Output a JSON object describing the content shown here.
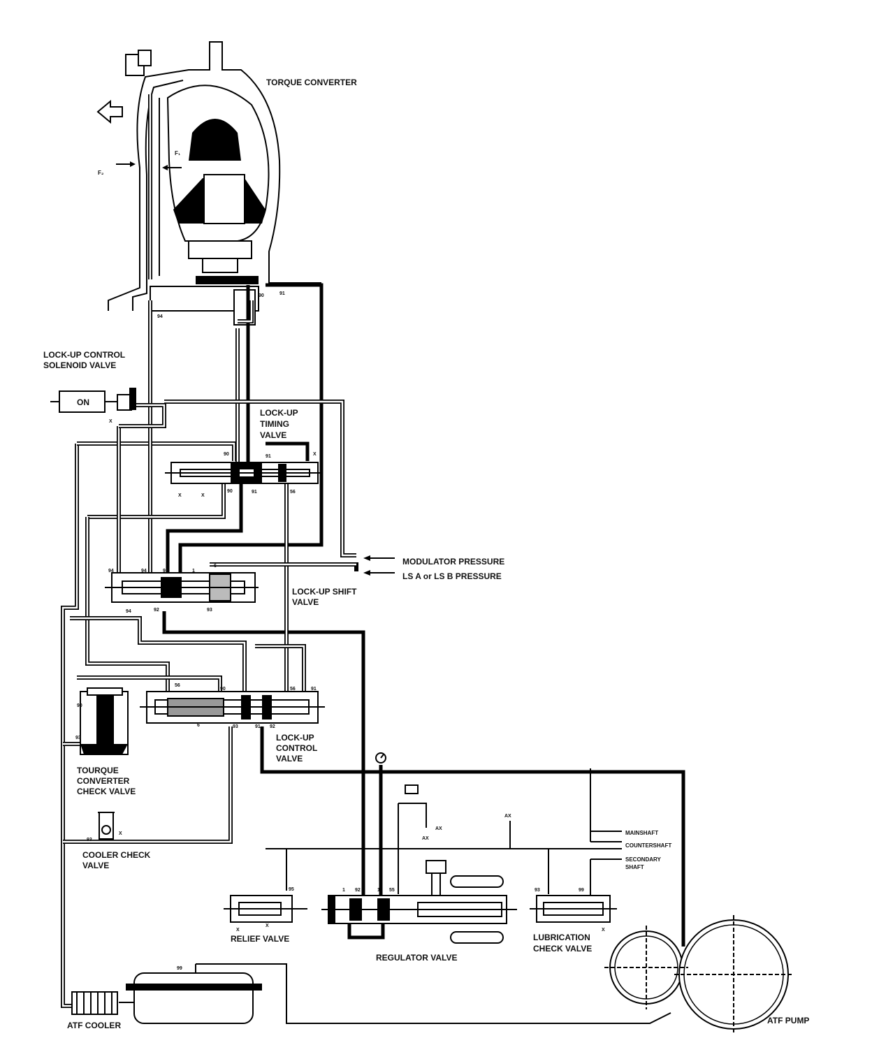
{
  "labels": {
    "torque_converter": "TORQUE CONVERTER",
    "f2": "F₂",
    "f1": "F₁",
    "lockup_solenoid_1": "LOCK-UP CONTROL",
    "lockup_solenoid_2": "SOLENOID VALVE",
    "solenoid_state": "ON",
    "timing_valve_1": "LOCK-UP",
    "timing_valve_2": "TIMING",
    "timing_valve_3": "VALVE",
    "modulator_pressure": "MODULATOR PRESSURE",
    "ls_pressure": "LS A or LS B PRESSURE",
    "shift_valve_1": "LOCK-UP SHIFT",
    "shift_valve_2": "VALVE",
    "control_valve_1": "LOCK-UP",
    "control_valve_2": "CONTROL",
    "control_valve_3": "VALVE",
    "check_valve_1": "TOURQUE",
    "check_valve_2": "CONVERTER",
    "check_valve_3": "CHECK VALVE",
    "cooler_check_1": "COOLER CHECK",
    "cooler_check_2": "VALVE",
    "relief_valve": "RELIEF VALVE",
    "regulator_valve": "REGULATOR VALVE",
    "lubrication_1": "LUBRICATION",
    "lubrication_2": "CHECK VALVE",
    "atf_cooler": "ATF COOLER",
    "atf_pump": "ATF PUMP",
    "mainshaft": "MAINSHAFT",
    "countershaft": "COUNTERSHAFT",
    "secondary_1": "SECONDARY",
    "secondary_2": "SHAFT",
    "ax": "AX"
  },
  "ports": {
    "p90": "90",
    "p91": "91",
    "p94": "94",
    "p92": "92",
    "p93": "93",
    "p1": "1",
    "p6": "6",
    "p56": "56",
    "p99": "99",
    "p95": "95",
    "p55": "55",
    "x": "X"
  }
}
